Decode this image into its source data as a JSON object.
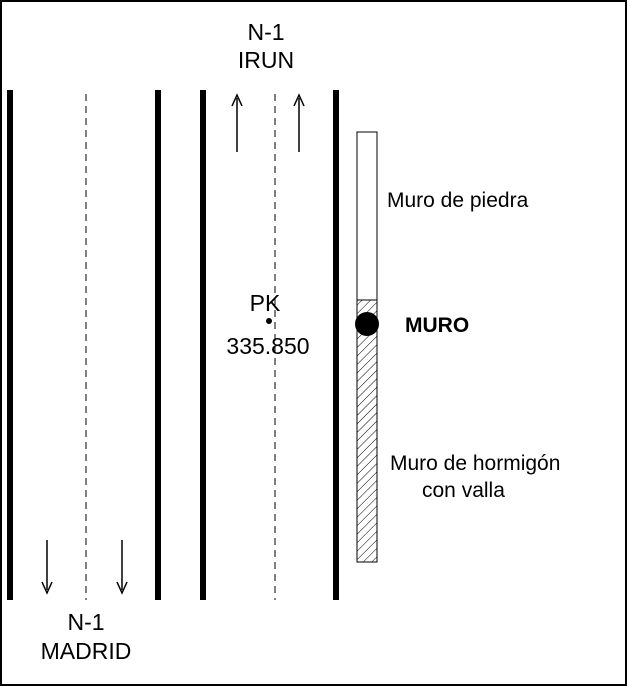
{
  "colors": {
    "ink": "#000000",
    "paper": "#ffffff"
  },
  "labels": {
    "north_road": "N-1",
    "north_city": "IRUN",
    "south_road": "N-1",
    "south_city": "MADRID",
    "pk_label": "PK",
    "pk_value": "335.850",
    "stone_wall": "Muro de piedra",
    "wall_marker": "MURO",
    "concrete_wall_line1": "Muro de hormigón",
    "concrete_wall_line2": "con valla"
  },
  "patterns": {
    "stone_wall_fill": "blank",
    "concrete_wall_fill": "diagonal-hatch"
  },
  "icons": {
    "direction_arrow_north": "arrow-up-icon",
    "direction_arrow_south": "arrow-down-icon",
    "pk_point": "dot-icon",
    "wall_marker": "filled-circle-icon"
  }
}
